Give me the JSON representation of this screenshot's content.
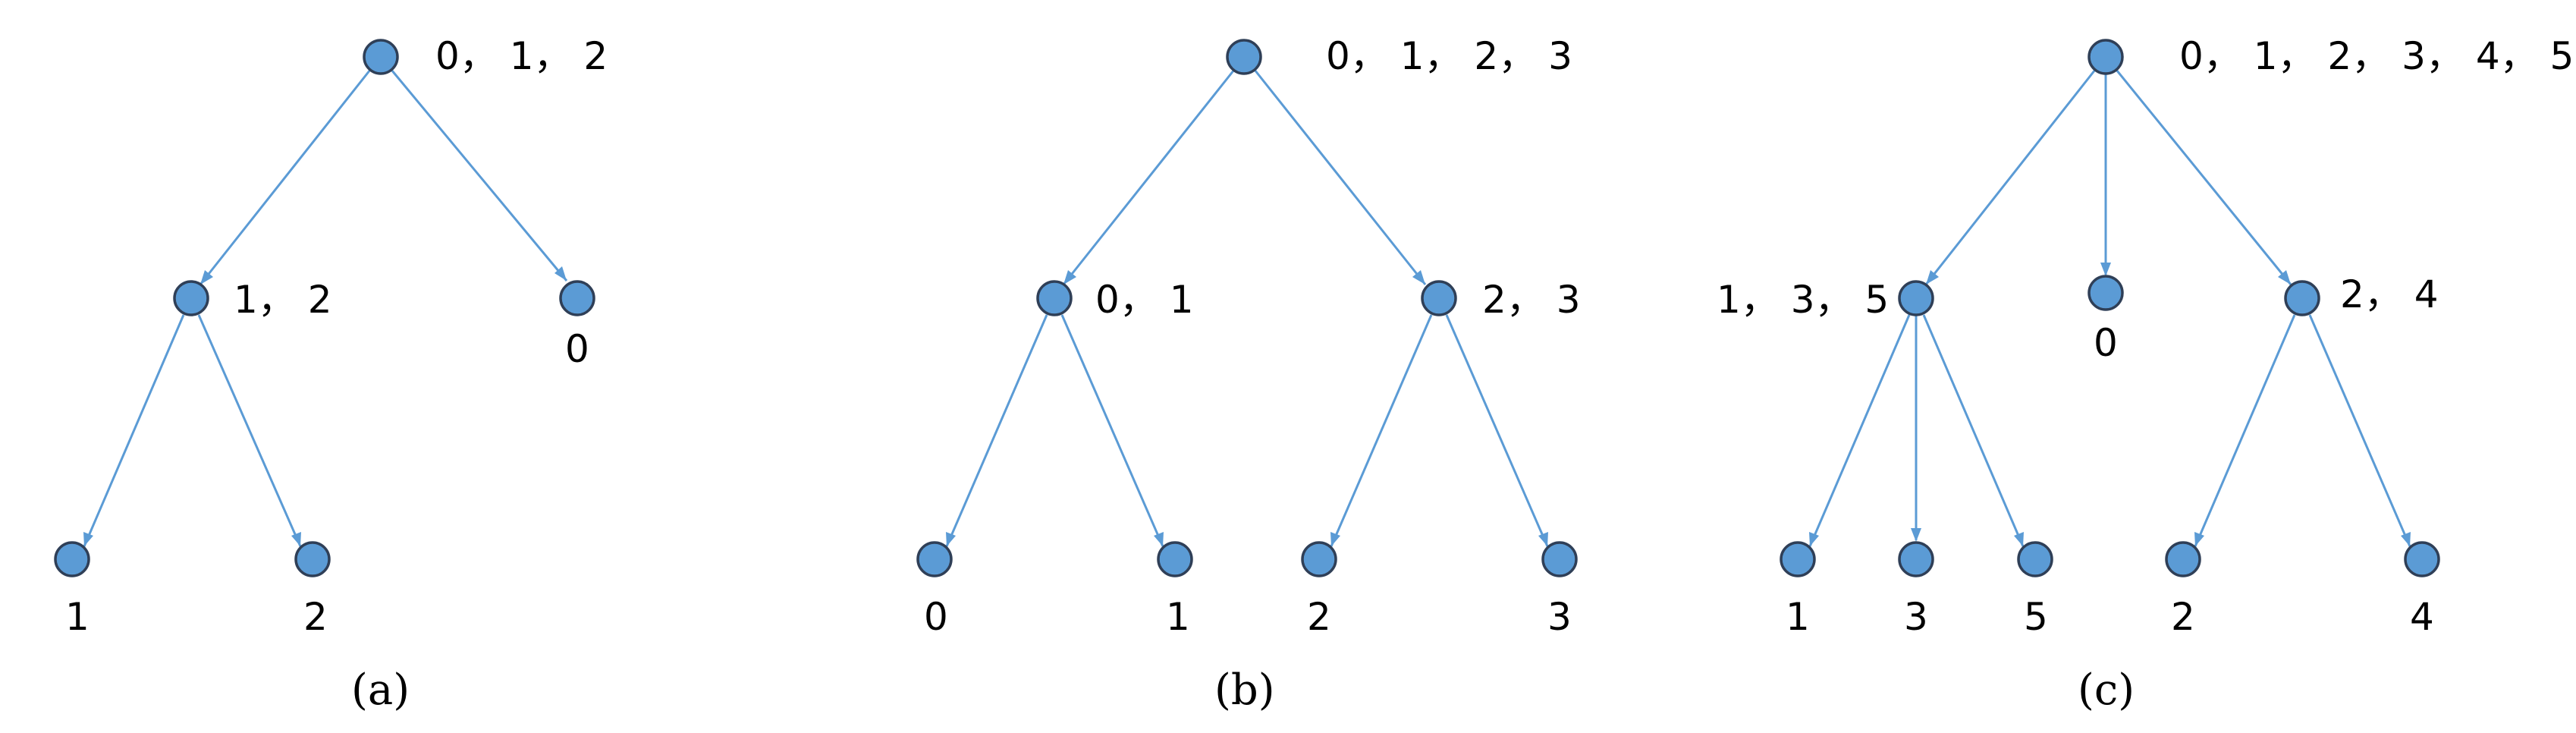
{
  "diagram_a": {
    "root_label": "0， 1， 2",
    "left_label": "1， 2",
    "right_label": "0",
    "leaf1_label": "1",
    "leaf2_label": "2",
    "caption": "(a)"
  },
  "diagram_b": {
    "root_label": "0， 1， 2， 3",
    "left_label": "0， 1",
    "right_label": "2， 3",
    "leaf1_label": "0",
    "leaf2_label": "1",
    "leaf3_label": "2",
    "leaf4_label": "3",
    "caption": "(b)"
  },
  "diagram_c": {
    "root_label": "0， 1， 2， 3， 4， 5",
    "left_label": "1， 3， 5",
    "middle_label": "0",
    "right_label": "2， 4",
    "leaf1_label": "1",
    "leaf2_label": "3",
    "leaf3_label": "5",
    "leaf4_label": "2",
    "leaf5_label": "4",
    "caption": "(c)"
  },
  "colors": {
    "node_fill": "#5b9bd5",
    "node_stroke": "#2f3f57",
    "edge": "#5b9bd5"
  }
}
